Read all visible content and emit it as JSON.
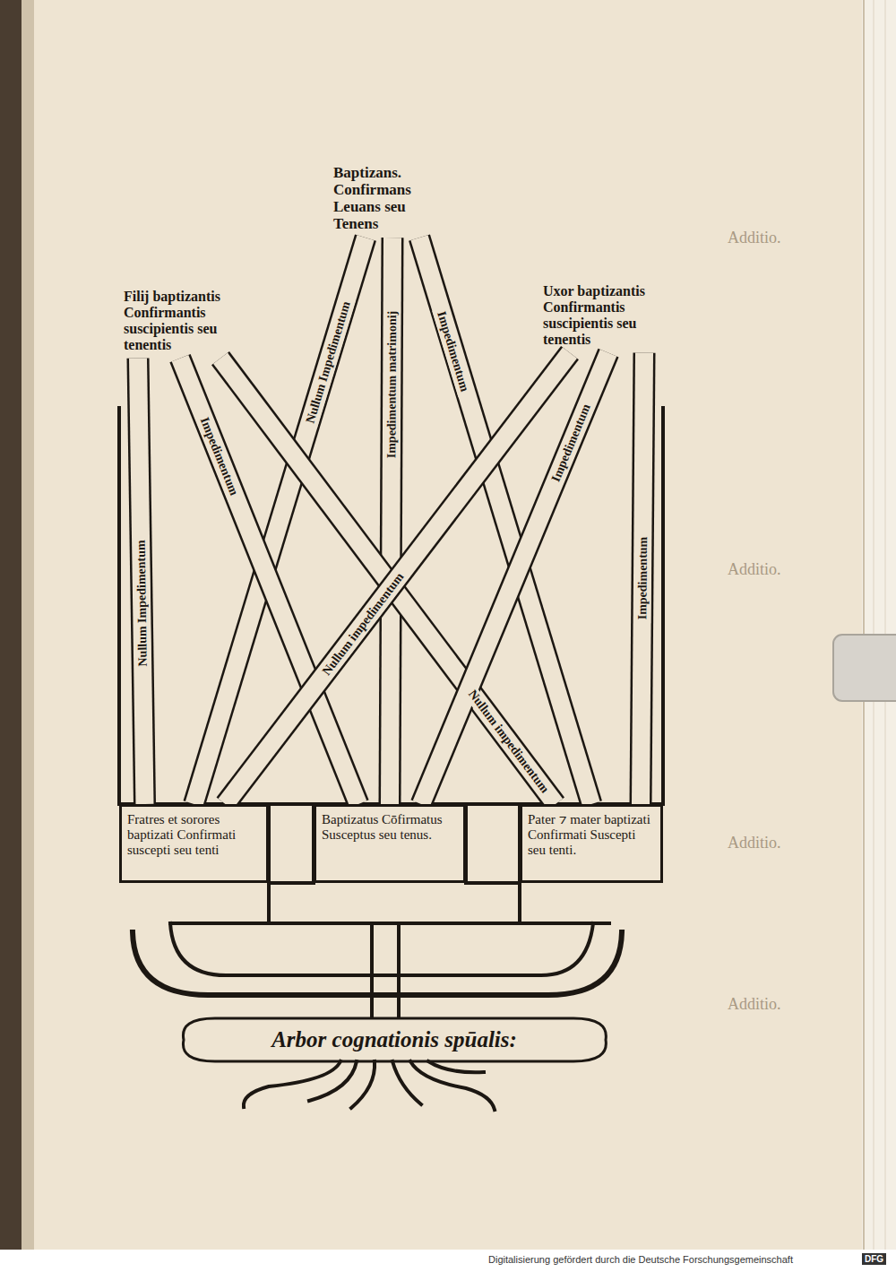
{
  "diagram": {
    "caption": "Arbor cognationis spūalis:",
    "nodes": [
      {
        "text": [
          "Baptizans. Confirmans Leuans seu Tenens"
        ]
      },
      {
        "text": [
          "Filij baptizantis Confirmantis suscipientis seu tenentis"
        ]
      },
      {
        "text": [
          "Uxor baptizantis Confirmantis suscipientis seu tenentis"
        ]
      },
      {
        "text": [
          "Fratres et sorores baptizati Confirmati suscepti seu tenti"
        ]
      },
      {
        "text": [
          "Baptizatus Cōfirmatus Susceptus seu tenus."
        ]
      },
      {
        "text": [
          "Pater ⁊ mater baptizati Confirmati Suscepti seu tenti."
        ]
      }
    ],
    "edges": [
      {
        "from": 0,
        "to": 3,
        "arrow": "none",
        "label": "Nullum Impedimentum"
      },
      {
        "from": 0,
        "to": 4,
        "arrow": "none",
        "label": "Impedimentum matrimonij"
      },
      {
        "from": 0,
        "to": 5,
        "arrow": "none",
        "label": "Impedimentum"
      },
      {
        "from": 1,
        "to": 3,
        "arrow": "none",
        "label": "Nullum Impedimentum"
      },
      {
        "from": 1,
        "to": 4,
        "arrow": "none",
        "label": "Impedimentum"
      },
      {
        "from": 1,
        "to": 5,
        "arrow": "none",
        "label": "Nullum impedimentum"
      },
      {
        "from": 2,
        "to": 4,
        "arrow": "none",
        "label": "Impedimentum"
      },
      {
        "from": 2,
        "to": 5,
        "arrow": "none",
        "label": "Impedimentum"
      },
      {
        "from": 2,
        "to": 3,
        "arrow": "none",
        "label": "Nullum impedimentum"
      }
    ],
    "labels": [
      "Additio.",
      "Additio.",
      "Additio.",
      "Additio.",
      "Digitalisierung gefördert durch die Deutsche Forschungsgemeinschaft",
      "DFG"
    ]
  }
}
